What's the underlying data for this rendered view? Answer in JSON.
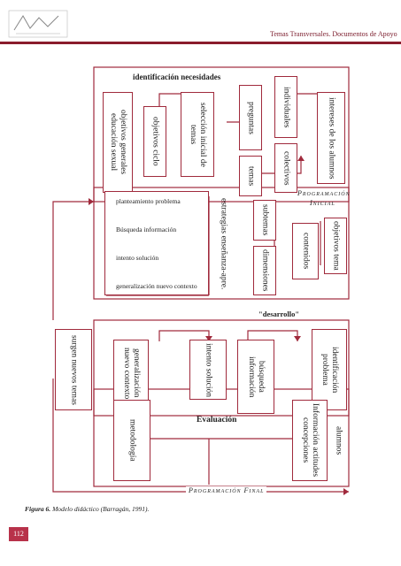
{
  "header": {
    "running_title": "Temas Transversales. Documentos de Apoyo",
    "page_number": "112"
  },
  "caption": {
    "figure": "Figura 6.",
    "text": "Modelo didáctico (Barragán, 1991)."
  },
  "section1": {
    "title": "identificación necesidades",
    "boxes": {
      "objetivos_generales": "objetivos generales educación sexual",
      "objetivos_ciclo": "objetivos ciclo",
      "seleccion": "selección inicial de temas",
      "preguntas": "preguntas",
      "temas": "temas",
      "individuales": "individuales",
      "colectivos": "colectivos",
      "intereses": "intereses de los alumnos"
    }
  },
  "section2": {
    "title_line1": "Programación",
    "title_line2": "Inicial",
    "rows": [
      "planteamiento problema",
      "Búsqueda información",
      "intento solución",
      "generalización nuevo contexto"
    ],
    "estrategias": "estrategias enseñanza-apre.",
    "subtemas": "subtemas",
    "dimensiones": "dimensiones",
    "contenidos": "contenidos",
    "objetivos_tema": "objetivos tema"
  },
  "section3": {
    "title": "\"desarrollo\"",
    "surgen": "surgen nuevos temas",
    "generalizacion": "generalización nuevo contexto",
    "intento": "intento solución",
    "busqueda": "búsqueda información",
    "identificacion": "identificación problema"
  },
  "section4": {
    "metodologia": "metodología",
    "evaluacion": "Evaluación",
    "alumnos_info": "Información actitudes concepciones",
    "alumnos": "alumnos"
  },
  "footer_label": "Programación Final",
  "colors": {
    "accent": "#a02a3c",
    "rule": "#8a1c2c",
    "page_badge": "#b8324a"
  }
}
